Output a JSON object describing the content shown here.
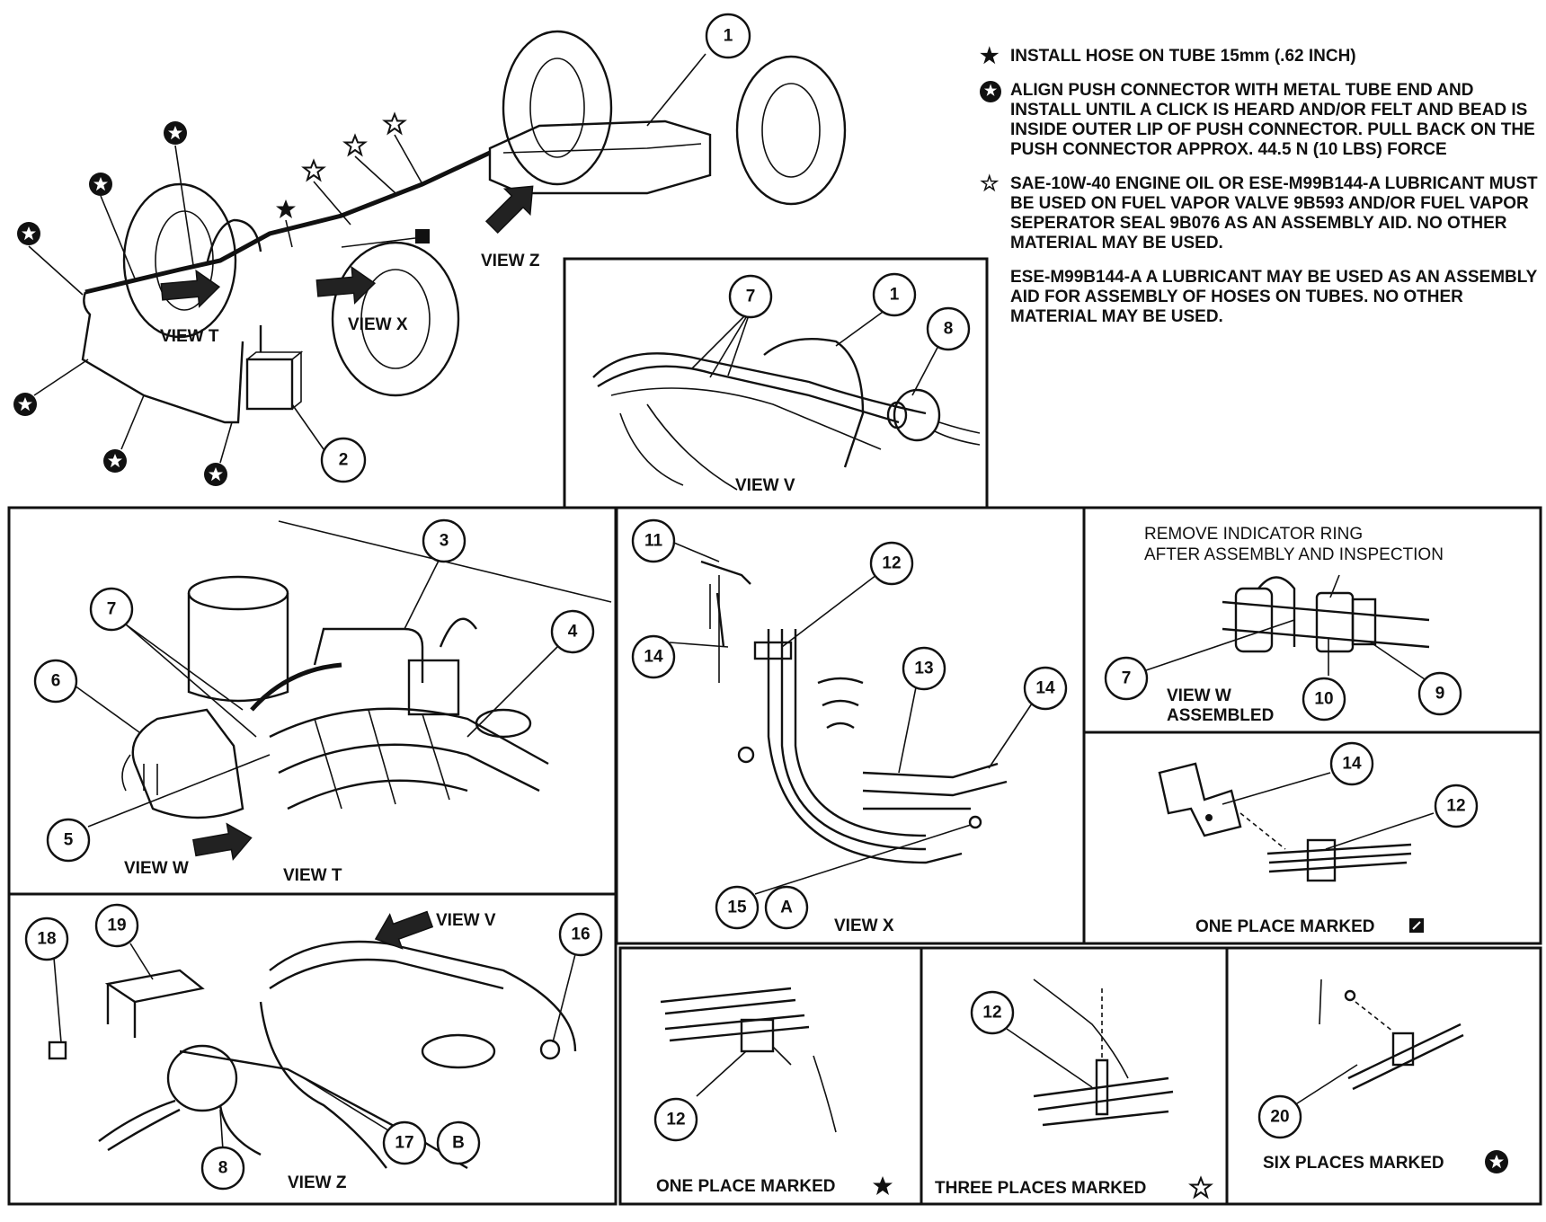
{
  "legend": {
    "solid_star_note": "INSTALL HOSE ON TUBE 15mm (.62 INCH)",
    "circle_star_note": "ALIGN PUSH CONNECTOR WITH METAL TUBE END AND INSTALL UNTIL A CLICK IS HEARD AND/OR FELT AND BEAD IS INSIDE OUTER LIP OF PUSH CONNECTOR. PULL BACK ON THE PUSH CONNECTOR APPROX. 44.5 N (10 LBS) FORCE",
    "open_star_note": "SAE-10W-40 ENGINE OIL OR ESE-M99B144-A LUBRICANT MUST BE USED ON FUEL VAPOR VALVE 9B593 AND/OR FUEL VAPOR SEPERATOR SEAL 9B076 AS AN ASSEMBLY AID. NO OTHER MATERIAL MAY BE USED.",
    "lubricant_note": "ESE-M99B144-A A LUBRICANT MAY BE USED AS AN ASSEMBLY AID FOR ASSEMBLY OF HOSES ON TUBES. NO OTHER MATERIAL MAY BE USED."
  },
  "views": {
    "overview": {
      "view_t": "VIEW T",
      "view_x": "VIEW X",
      "view_z": "VIEW Z"
    },
    "view_v": {
      "caption": "VIEW V"
    },
    "view_t_panel": {
      "caption": "VIEW T",
      "pointer": "VIEW W"
    },
    "view_x_panel": {
      "caption": "VIEW X"
    },
    "view_w": {
      "note_line1": "REMOVE INDICATOR RING",
      "note_line2": "AFTER ASSEMBLY AND INSPECTION",
      "caption_line1": "VIEW W",
      "caption_line2": "ASSEMBLED"
    },
    "one_place_square": {
      "caption": "ONE PLACE MARKED"
    },
    "view_z_panel": {
      "caption": "VIEW Z",
      "pointer": "VIEW V"
    },
    "one_place_star": {
      "caption": "ONE PLACE MARKED"
    },
    "three_places": {
      "caption": "THREE PLACES MARKED"
    },
    "six_places": {
      "caption": "SIX PLACES MARKED"
    }
  },
  "callouts": {
    "c1": "1",
    "c2": "2",
    "c3": "3",
    "c4": "4",
    "c5": "5",
    "c6": "6",
    "c7": "7",
    "c8": "8",
    "c9": "9",
    "c10": "10",
    "c11": "11",
    "c12": "12",
    "c13": "13",
    "c14": "14",
    "c15": "15",
    "c16": "16",
    "c17": "17",
    "c18": "18",
    "c19": "19",
    "c20": "20",
    "cA": "A",
    "cB": "B"
  },
  "symbols": {
    "solid_star": "★",
    "open_star": "☆",
    "circle_star": "✪"
  },
  "icons": [
    "solid-star-icon",
    "open-star-icon",
    "circle-star-icon",
    "square-mark-icon",
    "view-arrow-icon"
  ]
}
